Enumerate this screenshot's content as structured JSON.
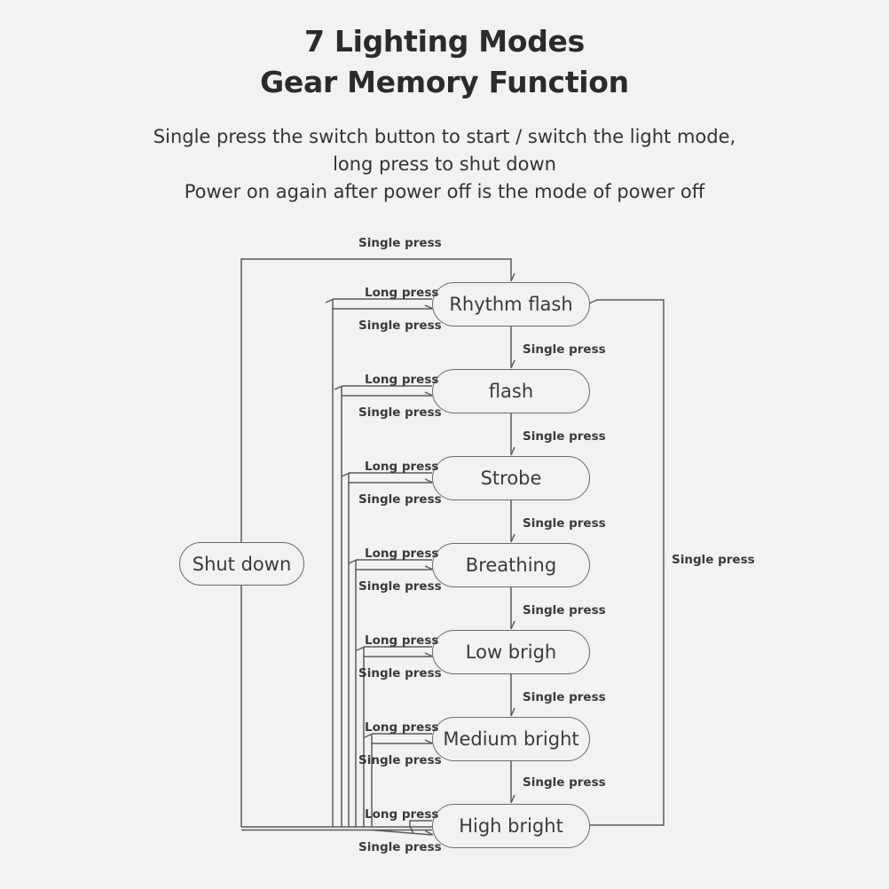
{
  "header": {
    "title_line_1": "7 Lighting Modes",
    "title_line_2": "Gear Memory Function",
    "subtitle_line_1": "Single press the switch button to start / switch the light mode,",
    "subtitle_line_2": "long press to shut down",
    "subtitle_line_3": "Power on again after power off is the mode of power off"
  },
  "colors": {
    "background": "#f2f2f2",
    "title_text": "#2b2b2b",
    "body_text": "#333333",
    "node_border": "#6b6b6b",
    "node_text": "#3a3a3a",
    "line": "#5a5a5a"
  },
  "diagram": {
    "type": "state-machine-flowchart",
    "off_state": {
      "label": "Shut down"
    },
    "modes": [
      {
        "index": 1,
        "label": "Rhythm flash"
      },
      {
        "index": 2,
        "label": "flash"
      },
      {
        "index": 3,
        "label": "Strobe"
      },
      {
        "index": 4,
        "label": "Breathing"
      },
      {
        "index": 5,
        "label": "Low brigh"
      },
      {
        "index": 6,
        "label": "Medium bright"
      },
      {
        "index": 7,
        "label": "High bright"
      }
    ],
    "labels": {
      "single_press": "Single press",
      "long_press": "Long press"
    },
    "edges": {
      "start_label": "Single press",
      "next_mode_label": "Single press",
      "wrap_label": "Single press",
      "shutdown_label": "Long press",
      "power_on_label": "Single press"
    },
    "step_labels": [
      "Single press",
      "Single press",
      "Single press",
      "Single press",
      "Single press",
      "Single press"
    ],
    "exit_labels": [
      "Long press",
      "Long press",
      "Long press",
      "Long press",
      "Long press",
      "Long press",
      "Long press"
    ],
    "enter_labels": [
      "Single press",
      "Single press",
      "Single press",
      "Single press",
      "Single press",
      "Single press",
      "Single press"
    ]
  }
}
